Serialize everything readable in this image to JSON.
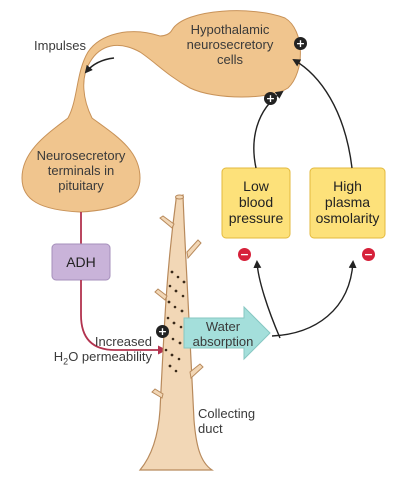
{
  "labels": {
    "hypothalamic": [
      "Hypothalamic",
      "neurosecretory",
      "cells"
    ],
    "impulses": "Impulses",
    "terminals": [
      "Neurosecretory",
      "terminals in",
      "pituitary"
    ],
    "adh": "ADH",
    "increased": "Increased",
    "h2o_prefix": "H",
    "h2o_sub": "2",
    "h2o_suffix": "O permeability",
    "low_bp": [
      "Low",
      "blood",
      "pressure"
    ],
    "high_osm": [
      "High",
      "plasma",
      "osmolarity"
    ],
    "water_absorption": [
      "Water",
      "absorption"
    ],
    "collecting_duct": [
      "Collecting",
      "duct"
    ]
  },
  "signs": {
    "plus": "+",
    "minus": "−"
  },
  "colors": {
    "neuron_fill": "#f0c58e",
    "neuron_stroke": "#c89258",
    "box_fill": "#fde17a",
    "box_stroke": "#e3b93d",
    "adh_fill": "#c9b3d9",
    "adh_stroke": "#a58fbb",
    "arrow_fill": "#a4dfdb",
    "duct_fill": "#f2d7b6",
    "duct_stroke": "#b88a5c",
    "pink_line": "#b2334f",
    "plus_sign": "#222222",
    "minus_sign": "#d6213a"
  }
}
